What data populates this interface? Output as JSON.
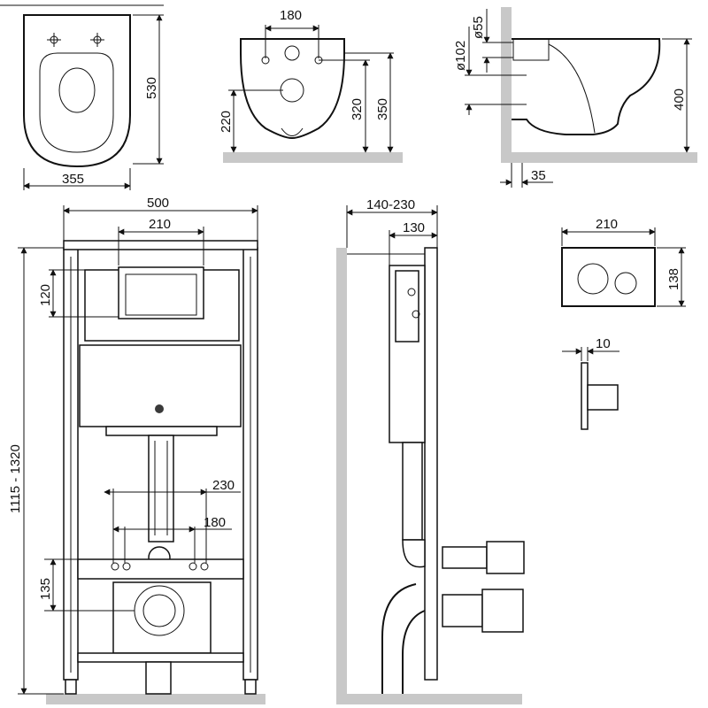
{
  "top_views": {
    "bowl_top": {
      "width": "355",
      "depth": "530"
    },
    "bowl_front": {
      "bolt_spacing": "180",
      "height_320": "320",
      "height_350": "350",
      "height_220": "220"
    },
    "bowl_side": {
      "diameter_55": "ø55",
      "diameter_102": "ø102",
      "height_400": "400",
      "wall_gap": "35"
    }
  },
  "frame_front": {
    "width": "500",
    "tank_width": "210",
    "tank_height": "120",
    "frame_height": "1115 - 1320",
    "bolt_230": "230",
    "bolt_180": "180",
    "drain_height": "135"
  },
  "frame_side": {
    "depth_range": "140-230",
    "depth_130": "130"
  },
  "button_plate": {
    "width": "210",
    "height": "138",
    "thickness": "10"
  }
}
